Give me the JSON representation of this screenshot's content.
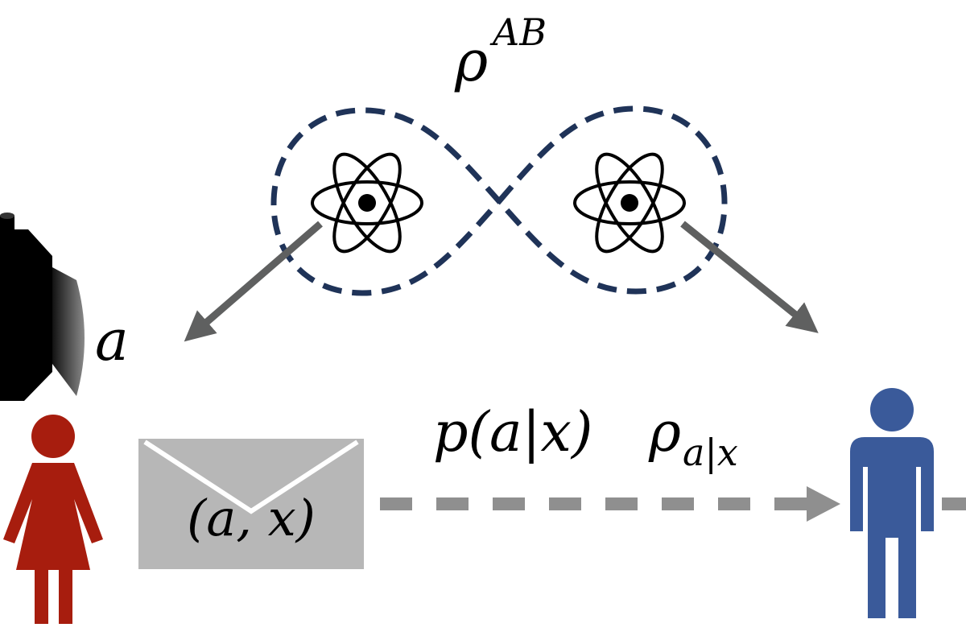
{
  "labels": {
    "state": "ρ",
    "state_superscript": "AB",
    "outcome": "a",
    "message": "(a, x)",
    "assemblage_p": "p(a|x)",
    "assemblage_rho": "ρ",
    "assemblage_subscript": "a|x"
  },
  "colors": {
    "loop": "#1f3358",
    "arrow": "#5f6060",
    "dashed_channel": "#8f8f8f",
    "envelope": "#b7b7b7",
    "alice": "#a71d0e",
    "bob": "#3a5a9a",
    "device": "#000000"
  },
  "icons": {
    "left_atom": "atom-icon",
    "right_atom": "atom-icon",
    "alice": "woman-icon",
    "bob": "man-icon",
    "device": "measurement-device-icon",
    "message": "envelope-icon"
  }
}
